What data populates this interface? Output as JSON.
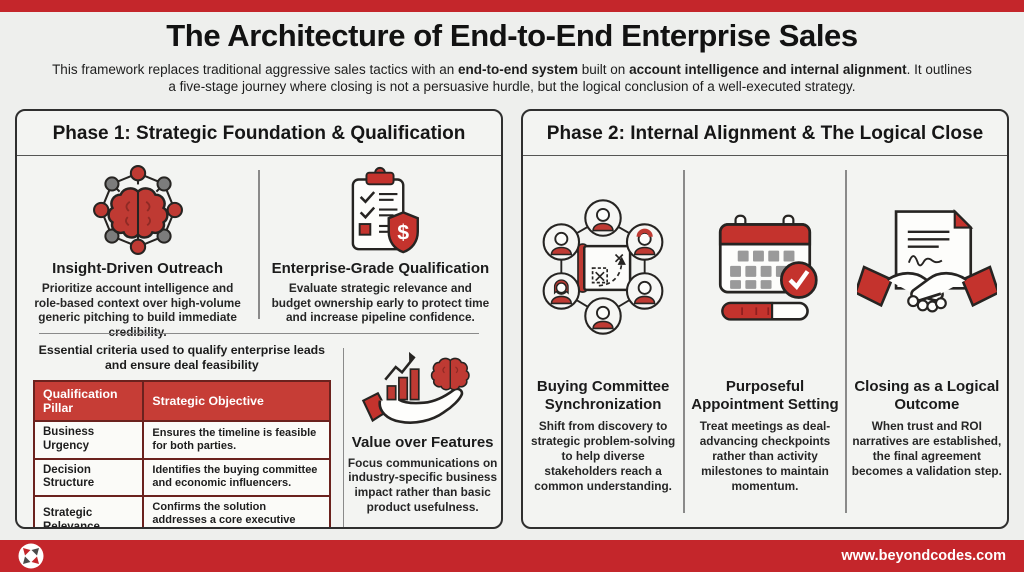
{
  "colors": {
    "accent_red": "#c4262b",
    "icon_red": "#bf3a33",
    "table_header_red": "#c63d36",
    "table_border": "#6b221e",
    "panel_bg": "#f3f4f2",
    "page_bg": "#eeefed",
    "text_dark": "#1b1b1b"
  },
  "header": {
    "title": "The Architecture of End-to-End Enterprise Sales",
    "subtitle": {
      "s0": "This framework replaces traditional aggressive sales tactics with an ",
      "s1": "end-to-end system",
      "s2": " built on ",
      "s3": "account intelligence and internal alignment",
      "s4": ". It outlines a five-stage journey where closing is not a persuasive hurdle, but the logical conclusion of a well-executed strategy."
    }
  },
  "phase1": {
    "heading": "Phase 1: Strategic Foundation & Qualification",
    "items": [
      {
        "icon": "brain-network-icon",
        "title": "Insight-Driven Outreach",
        "description": "Prioritize account intelligence and role-based context over high-volume generic pitching to build immediate credibility."
      },
      {
        "icon": "clipboard-shield-icon",
        "title": "Enterprise-Grade Qualification",
        "description": "Evaluate strategic relevance and budget ownership early to protect time and increase pipeline confidence."
      }
    ],
    "table_caption": "Essential criteria used to qualify enterprise leads and ensure deal feasibility",
    "table": {
      "headers": [
        "Qualification Pillar",
        "Strategic Objective"
      ],
      "rows": [
        [
          "Business Urgency",
          "Ensures the timeline is feasible for both parties."
        ],
        [
          "Decision Structure",
          "Identifies the buying committee and economic influencers."
        ],
        [
          "Strategic Relevance",
          "Confirms the solution addresses a core executive priority."
        ]
      ]
    },
    "value_item": {
      "icon": "hand-growth-brain-icon",
      "title": "Value over Features",
      "description": "Focus communications on industry-specific business impact rather than basic product usefulness."
    }
  },
  "phase2": {
    "heading": "Phase 2: Internal Alignment & The Logical Close",
    "items": [
      {
        "icon": "buying-committee-icon",
        "title": "Buying Committee Synchronization",
        "description": "Shift from discovery to strategic problem-solving to help diverse stakeholders reach a common understanding."
      },
      {
        "icon": "calendar-check-icon",
        "title": "Purposeful Appointment Setting",
        "description": "Treat meetings as deal-advancing checkpoints rather than activity milestones to maintain momentum."
      },
      {
        "icon": "contract-handshake-icon",
        "title": "Closing as a Logical Outcome",
        "description": "When trust and ROI narratives are established, the final agreement becomes a validation step."
      }
    ]
  },
  "footer": {
    "url": "www.beyondcodes.com",
    "logo": "beyondcodes-logo"
  }
}
